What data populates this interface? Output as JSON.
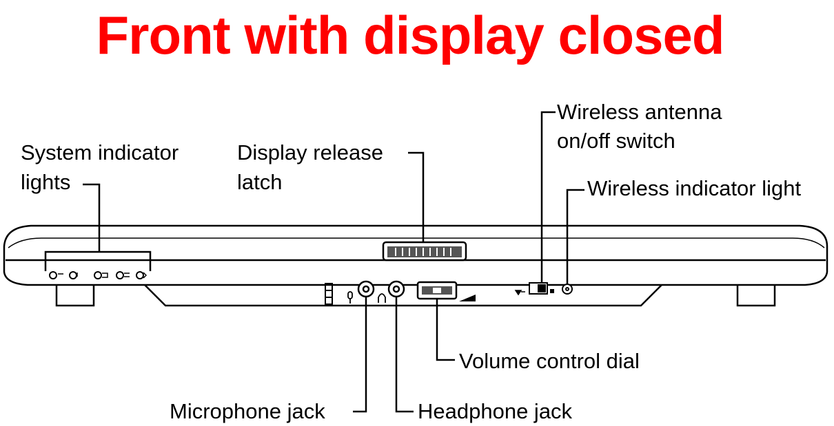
{
  "title": "Front with display closed",
  "colors": {
    "title": "#ff0000",
    "line": "#000000",
    "background": "#ffffff"
  },
  "labels": {
    "system_indicator": [
      "System indicator",
      "lights"
    ],
    "display_release": [
      "Display release",
      "latch"
    ],
    "wireless_switch": [
      "Wireless antenna",
      "on/off switch"
    ],
    "wireless_light": "Wireless indicator light",
    "volume_dial": "Volume control dial",
    "microphone_jack": "Microphone jack",
    "headphone_jack": "Headphone jack"
  },
  "icons": [
    "indicator-light-icon",
    "microphone-icon",
    "headphone-icon",
    "volume-ramp-icon",
    "wireless-icon"
  ]
}
